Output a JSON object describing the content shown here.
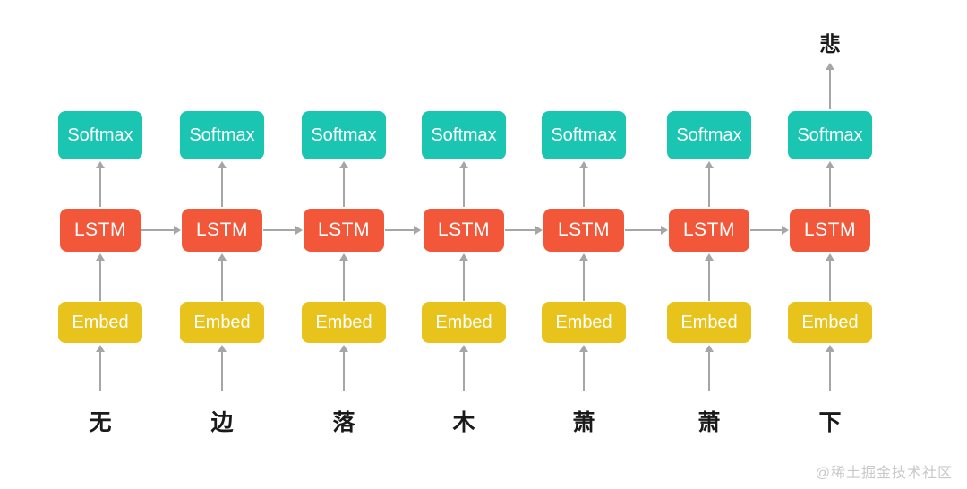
{
  "diagram": {
    "type": "lstm-sequence-model",
    "layers": {
      "softmax": "Softmax",
      "lstm": "LSTM",
      "embed": "Embed"
    },
    "inputs": [
      "无",
      "边",
      "落",
      "木",
      "萧",
      "萧",
      "下"
    ],
    "output": "悲",
    "num_timesteps": 7,
    "colors": {
      "softmax_box": "#1ac6b1",
      "lstm_box": "#f2573a",
      "embed_box": "#e8c31c",
      "arrow": "#a6a6a6",
      "box_text": "#ffffff",
      "char_text": "#1a1a1a"
    }
  },
  "watermark": {
    "text": "@稀土掘金技术社区"
  }
}
